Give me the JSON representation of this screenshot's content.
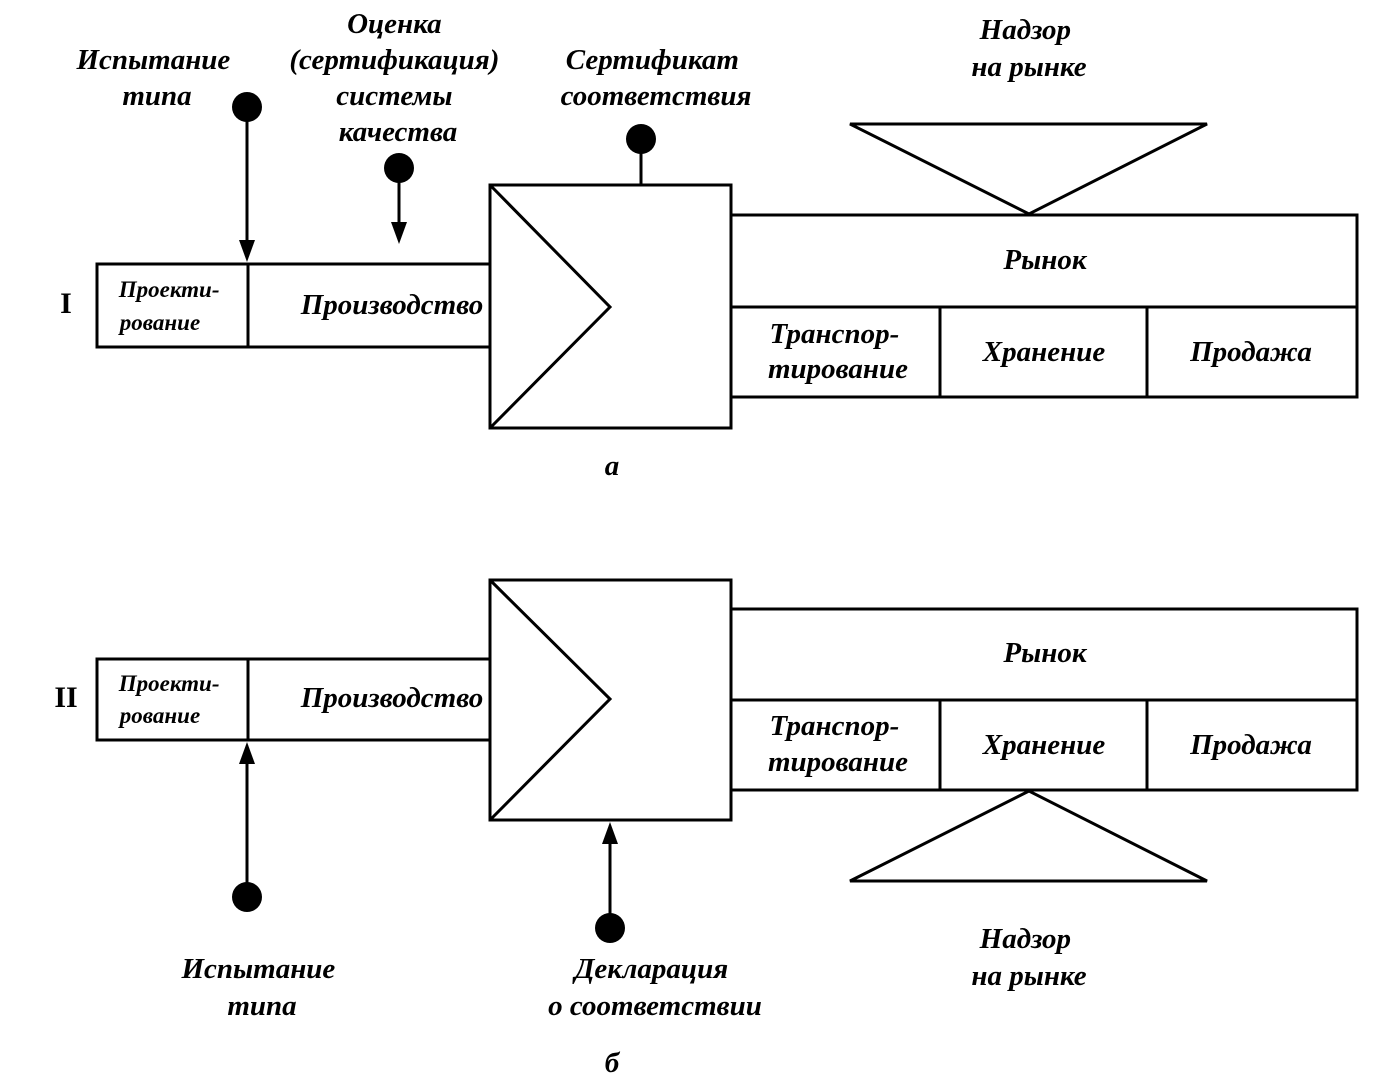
{
  "panel_a": {
    "roman": "I",
    "caption": "а",
    "label_type_test": [
      "Испытание",
      "типа"
    ],
    "label_quality_system": [
      "Оценка",
      "(сертификация)",
      "системы",
      "качества"
    ],
    "label_certificate": [
      "Сертификат",
      "соответствия"
    ],
    "label_supervision": [
      "Надзор",
      "на рынке"
    ],
    "design": [
      "Проекти-",
      "рование"
    ],
    "production": "Производство",
    "market": "Рынок",
    "transport": [
      "Транспор-",
      "тирование"
    ],
    "storage": "Хранение",
    "sale": "Продажа"
  },
  "panel_b": {
    "roman": "II",
    "caption": "б",
    "label_type_test": [
      "Испытание",
      "типа"
    ],
    "label_declaration": [
      "Декларация",
      "о соответствии"
    ],
    "label_supervision": [
      "Надзор",
      "на рынке"
    ],
    "design": [
      "Проекти-",
      "рование"
    ],
    "production": "Производство",
    "market": "Рынок",
    "transport": [
      "Транспор-",
      "тирование"
    ],
    "storage": "Хранение",
    "sale": "Продажа"
  }
}
